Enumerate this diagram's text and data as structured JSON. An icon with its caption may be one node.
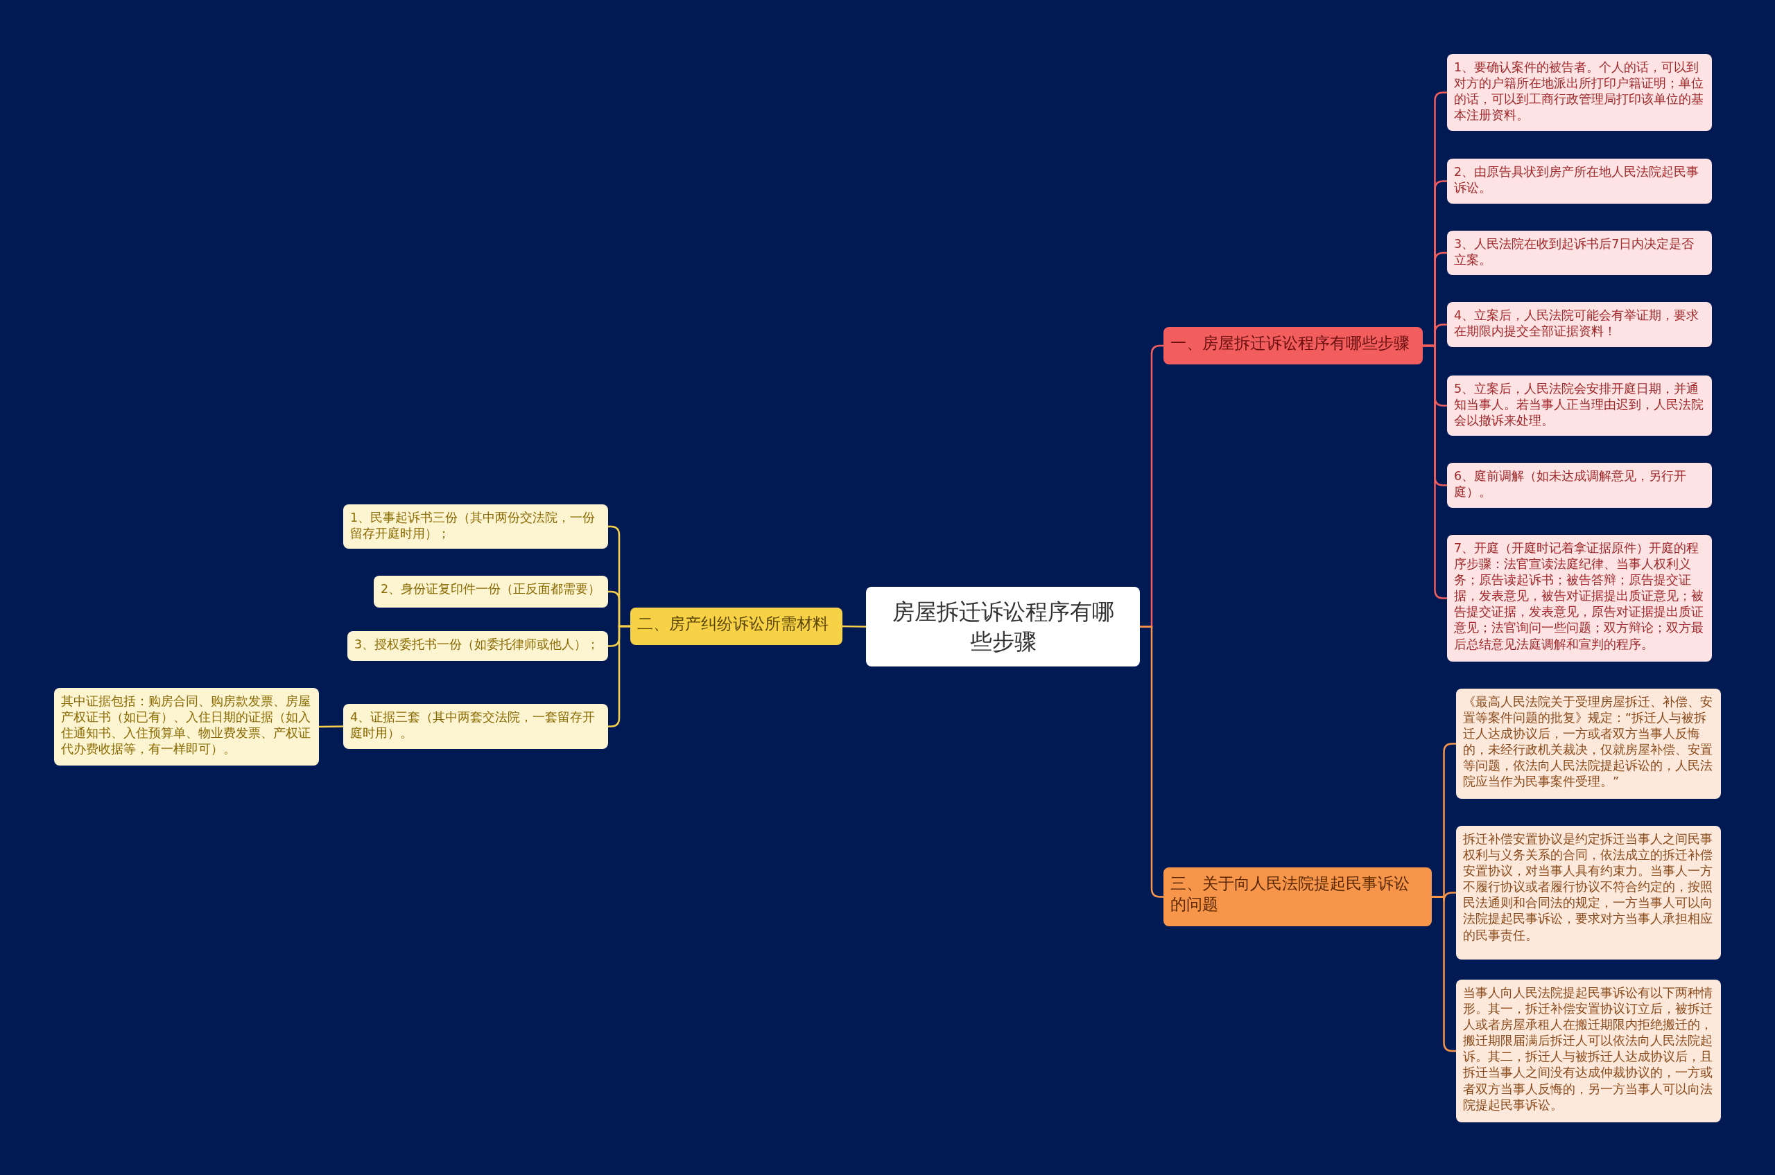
{
  "diagram": {
    "nodes": [
      {
        "text": [
          "房屋拆迁诉讼程序有哪些步骤"
        ]
      },
      {
        "text": [
          "一、房屋拆迁诉讼程序有哪些步骤"
        ]
      },
      {
        "text": [
          "1、要确认案件的被告者。个人的话，可以到对方的户籍所在地派出所打印户籍证明；单位的话，可以到工商行政管理局打印该单位的基本注册资料。"
        ]
      },
      {
        "text": [
          "2、由原告具状到房产所在地人民法院起民事诉讼。"
        ]
      },
      {
        "text": [
          "3、人民法院在收到起诉书后7日内决定是否立案。"
        ]
      },
      {
        "text": [
          "4、立案后，人民法院可能会有举证期，要求在期限内提交全部证据资料！"
        ]
      },
      {
        "text": [
          "5、立案后，人民法院会安排开庭日期，并通知当事人。若当事人正当理由迟到，人民法院会以撤诉来处理。"
        ]
      },
      {
        "text": [
          "6、庭前调解（如未达成调解意见，另行开庭）。"
        ]
      },
      {
        "text": [
          "7、开庭（开庭时记着拿证据原件）开庭的程序步骤：法官宣读法庭纪律、当事人权利义务；原告读起诉书；被告答辩；原告提交证据，发表意见，被告对证据提出质证意见；被告提交证据，发表意见，原告对证据提出质证意见；法官询问一些问题；双方辩论；双方最后总结意见法庭调解和宣判的程序。"
        ]
      },
      {
        "text": [
          "三、关于向人民法院提起民事诉讼的问题"
        ]
      },
      {
        "text": [
          "《最高人民法院关于受理房屋拆迁、补偿、安置等案件问题的批复》规定：“拆迁人与被拆迁人达成协议后，一方或者双方当事人反悔的，未经行政机关裁决，仅就房屋补偿、安置等问题，依法向人民法院提起诉讼的，人民法院应当作为民事案件受理。”"
        ]
      },
      {
        "text": [
          "拆迁补偿安置协议是约定拆迁当事人之间民事权利与义务关系的合同，依法成立的拆迁补偿安置协议，对当事人具有约束力。当事人一方不履行协议或者履行协议不符合约定的，按照民法通则和合同法的规定，一方当事人可以向法院提起民事诉讼，要求对方当事人承担相应的民事责任。"
        ]
      },
      {
        "text": [
          "当事人向人民法院提起民事诉讼有以下两种情形。其一，拆迁补偿安置协议订立后，被拆迁人或者房屋承租人在搬迁期限内拒绝搬迁的，搬迁期限届满后拆迁人可以依法向人民法院起诉。其二，拆迁人与被拆迁人达成协议后，且拆迁当事人之间没有达成仲裁协议的，一方或者双方当事人反悔的，另一方当事人可以向法院提起民事诉讼。"
        ]
      },
      {
        "text": [
          "二、房产纠纷诉讼所需材料"
        ]
      },
      {
        "text": [
          "1、民事起诉书三份（其中两份交法院，一份留存开庭时用）；"
        ]
      },
      {
        "text": [
          "2、身份证复印件一份（正反面都需要）"
        ]
      },
      {
        "text": [
          "3、授权委托书一份（如委托律师或他人）；"
        ]
      },
      {
        "text": [
          "4、证据三套（其中两套交法院，一套留存开庭时用）。"
        ]
      },
      {
        "text": [
          "其中证据包括：购房合同、购房款发票、房屋产权证书（如已有）、入住日期的证据（如入住通知书、入住预算单、物业费发票、产权证代办费收据等，有一样即可）。"
        ]
      }
    ],
    "edges": [
      {
        "from": 0,
        "to": 1,
        "arrow": "none"
      },
      {
        "from": 1,
        "to": 2,
        "arrow": "none"
      },
      {
        "from": 1,
        "to": 3,
        "arrow": "none"
      },
      {
        "from": 1,
        "to": 4,
        "arrow": "none"
      },
      {
        "from": 1,
        "to": 5,
        "arrow": "none"
      },
      {
        "from": 1,
        "to": 6,
        "arrow": "none"
      },
      {
        "from": 1,
        "to": 7,
        "arrow": "none"
      },
      {
        "from": 1,
        "to": 8,
        "arrow": "none"
      },
      {
        "from": 0,
        "to": 9,
        "arrow": "none",
        "color": "#f7954a"
      },
      {
        "from": 9,
        "to": 10,
        "arrow": "none",
        "color": "#f7954a"
      },
      {
        "from": 9,
        "to": 11,
        "arrow": "none",
        "color": "#f7954a"
      },
      {
        "from": 9,
        "to": 12,
        "arrow": "none",
        "color": "#f7954a"
      },
      {
        "from": 0,
        "to": 13,
        "arrow": "none",
        "color": "#f5cf49"
      },
      {
        "from": 13,
        "to": 14,
        "arrow": "none",
        "color": "#f5cf49"
      },
      {
        "from": 13,
        "to": 15,
        "arrow": "none",
        "color": "#f5cf49"
      },
      {
        "from": 13,
        "to": 16,
        "arrow": "none",
        "color": "#f5cf49"
      },
      {
        "from": 13,
        "to": 17,
        "arrow": "none",
        "color": "#f5cf49"
      },
      {
        "from": 17,
        "to": 18,
        "arrow": "none",
        "color": "#f5cf49"
      }
    ]
  }
}
